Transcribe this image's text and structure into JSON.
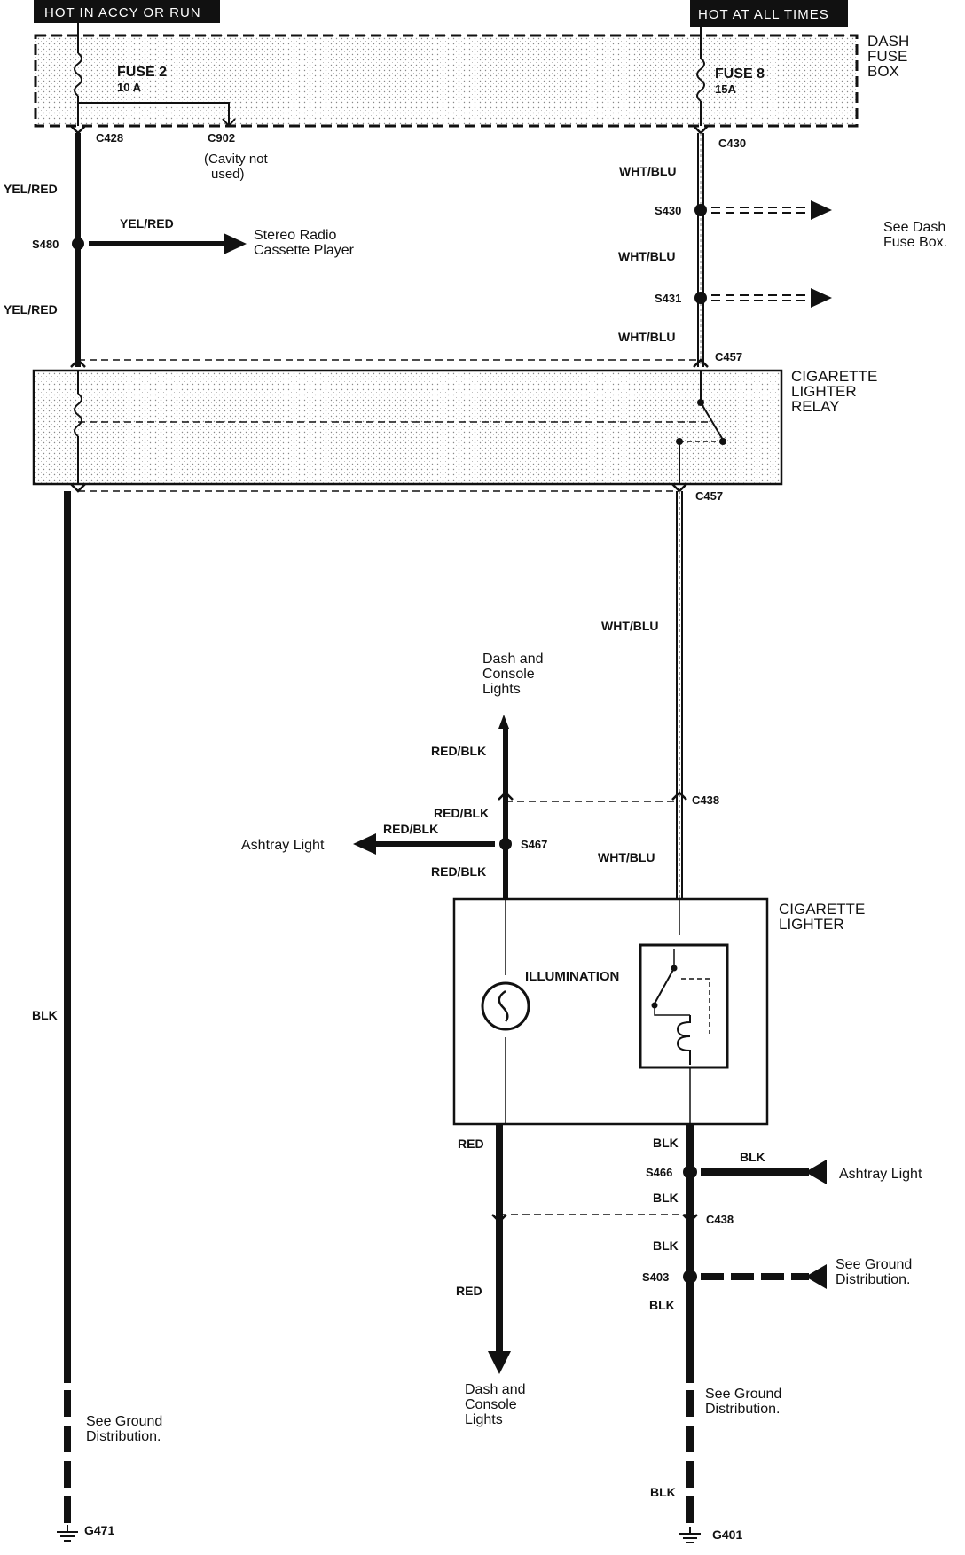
{
  "headers": {
    "left": "HOT IN ACCY OR RUN",
    "right": "HOT AT ALL TIMES"
  },
  "fuse_box": {
    "label": [
      "DASH",
      "FUSE",
      "BOX"
    ],
    "fuse2_name": "FUSE 2",
    "fuse2_rating": "10 A",
    "fuse8_name": "FUSE 8",
    "fuse8_rating": "15A"
  },
  "connectors": {
    "c428": "C428",
    "c902": "C902",
    "c902_note": [
      "(Cavity not",
      "used)"
    ],
    "c430": "C430",
    "c457_top": "C457",
    "c457_bottom": "C457",
    "c438_top": "C438",
    "c438_bottom": "C438"
  },
  "splices": {
    "s480": "S480",
    "s430": "S430",
    "s431": "S431",
    "s467": "S467",
    "s466": "S466",
    "s403": "S403"
  },
  "wires": {
    "yel_red_1": "YEL/RED",
    "yel_red_2": "YEL/RED",
    "yel_red_3": "YEL/RED",
    "wht_blu_1": "WHT/BLU",
    "wht_blu_2": "WHT/BLU",
    "wht_blu_3": "WHT/BLU",
    "wht_blu_4": "WHT/BLU",
    "wht_blu_5": "WHT/BLU",
    "red_blk_1": "RED/BLK",
    "red_blk_2": "RED/BLK",
    "red_blk_3": "RED/BLK",
    "red_blk_4": "RED/BLK",
    "blk_left": "BLK",
    "blk_1": "BLK",
    "blk_2": "BLK",
    "blk_3": "BLK",
    "blk_4": "BLK",
    "blk_5": "BLK",
    "blk_6": "BLK",
    "red_1": "RED",
    "red_2": "RED"
  },
  "destinations": {
    "stereo": [
      "Stereo Radio",
      "Cassette Player"
    ],
    "see_dash_fuse": [
      "See Dash",
      "Fuse Box."
    ],
    "dash_console_top": [
      "Dash and",
      "Console",
      "Lights"
    ],
    "ashtray_left": "Ashtray Light",
    "ashtray_right": "Ashtray Light",
    "see_ground_right1": [
      "See Ground",
      "Distribution."
    ],
    "dash_console_bottom": [
      "Dash and",
      "Console",
      "Lights"
    ],
    "see_ground_right2": [
      "See Ground",
      "Distribution."
    ],
    "see_ground_left": [
      "See Ground",
      "Distribution."
    ]
  },
  "components": {
    "relay": [
      "CIGARETTE",
      "LIGHTER",
      "RELAY"
    ],
    "lighter": [
      "CIGARETTE",
      "LIGHTER"
    ],
    "illumination": "ILLUMINATION"
  },
  "grounds": {
    "g471": "G471",
    "g401": "G401"
  }
}
